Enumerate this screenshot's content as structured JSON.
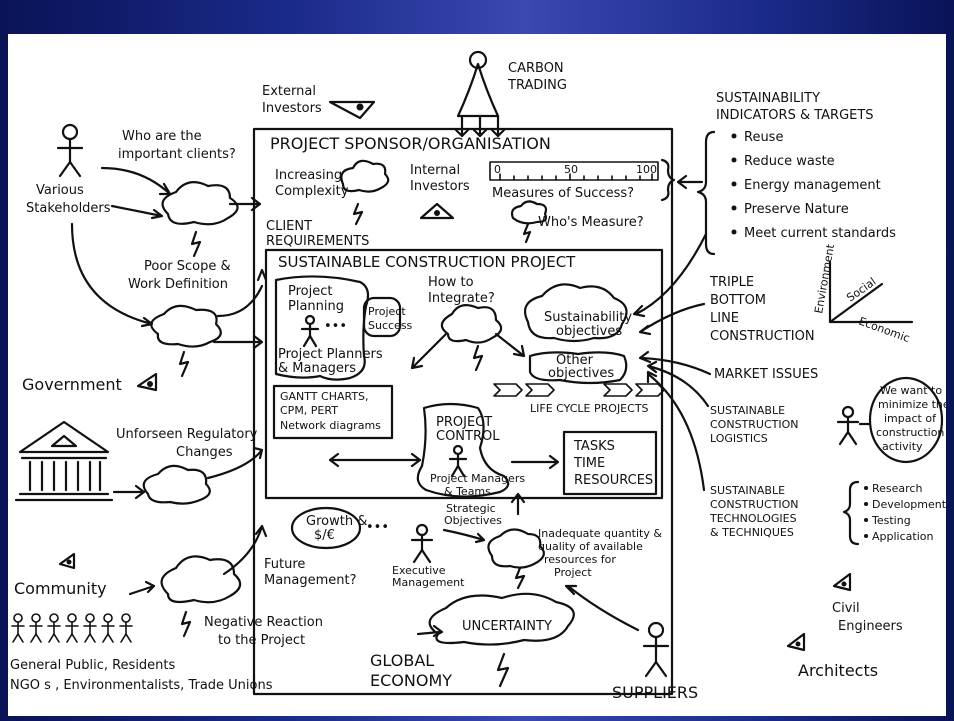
{
  "sponsor": {
    "title": "PROJECT SPONSOR/ORGANISATION",
    "increasing": [
      "Increasing",
      "Complexity"
    ],
    "internal": [
      "Internal",
      "Investors"
    ],
    "client": [
      "CLIENT",
      "REQUIREMENTS"
    ],
    "measure_question": "Who's Measure?"
  },
  "measures": {
    "tick_0": "0",
    "tick_50": "50",
    "tick_100": "100",
    "label": "Measures of Success?"
  },
  "project": {
    "title": "SUSTAINABLE CONSTRUCTION PROJECT",
    "planning": [
      "Project",
      "Planning"
    ],
    "success": [
      "Project",
      "Success"
    ],
    "planners": [
      "Project Planners",
      "& Managers"
    ],
    "gantt": [
      "GANTT CHARTS,",
      "CPM, PERT",
      "Network diagrams"
    ],
    "integrate": [
      "How to",
      "Integrate?"
    ],
    "sust_obj": [
      "Sustainability",
      "objectives"
    ],
    "other_obj": [
      "Other",
      "objectives"
    ],
    "lifecycle": "LIFE CYCLE PROJECTS",
    "control": [
      "PROJECT",
      "CONTROL"
    ],
    "pm_teams": [
      "Project Managers",
      "& Teams"
    ],
    "ttr": [
      "TASKS",
      "TIME",
      "RESOURCES"
    ]
  },
  "bottom": {
    "growth": [
      "Growth &",
      "$/€"
    ],
    "strategic": [
      "Strategic",
      "Objectives"
    ],
    "exec": [
      "Executive",
      "Management"
    ],
    "inadequate": [
      "Inadequate quantity &",
      "quality of available",
      "resources for",
      "Project"
    ],
    "future": [
      "Future",
      "Management?"
    ]
  },
  "left": {
    "external": [
      "External",
      "Investors"
    ],
    "who_clients": [
      "Who are the",
      "important clients?"
    ],
    "various": [
      "Various",
      "Stakeholders"
    ],
    "poor_scope": [
      "Poor Scope &",
      "Work Definition"
    ],
    "government": "Government",
    "unforseen": [
      "Unforseen Regulatory",
      "Changes"
    ],
    "community": "Community",
    "negative": [
      "Negative Reaction",
      "to the Project"
    ],
    "general": "General Public, Residents",
    "ngos": "NGO s , Environmentalists, Trade Unions"
  },
  "top": {
    "carbon": [
      "CARBON",
      "TRADING"
    ]
  },
  "right": {
    "sust_ind": [
      "SUSTAINABILITY",
      "INDICATORS & TARGETS"
    ],
    "bullets": [
      "Reuse",
      "Reduce waste",
      "Energy management",
      "Preserve Nature",
      "Meet current standards"
    ],
    "triple": [
      "TRIPLE",
      "BOTTOM",
      "LINE",
      "CONSTRUCTION"
    ],
    "axes": [
      "Environment",
      "Social",
      "Economic"
    ],
    "market": "MARKET ISSUES",
    "logistics": [
      "SUSTAINABLE",
      "CONSTRUCTION",
      "LOGISTICS"
    ],
    "minimize": [
      "We want to",
      "minimize the",
      "impact of",
      "construction",
      "activity"
    ],
    "tech": [
      "SUSTAINABLE",
      "CONSTRUCTION",
      "TECHNOLOGIES",
      "& TECHNIQUES"
    ],
    "tech_list": [
      "Research",
      "Development",
      "Testing",
      "Application"
    ],
    "civil": [
      "Civil",
      "Engineers"
    ],
    "architects": "Architects"
  },
  "center_bottom": {
    "uncertainty": "UNCERTAINTY",
    "global": [
      "GLOBAL",
      "ECONOMY"
    ],
    "suppliers": "SUPPLIERS"
  }
}
